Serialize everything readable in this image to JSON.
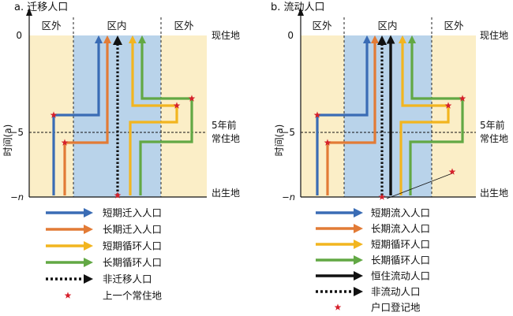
{
  "colors": {
    "outer_bg": "#fbeec7",
    "inner_bg": "#b9d3ea",
    "blue": "#3a6cb5",
    "orange": "#e27b36",
    "yellow": "#f2b51f",
    "green": "#62a844",
    "black": "#111111",
    "star": "#d6202b"
  },
  "icons": {
    "star": "star-icon",
    "arrow": "arrow-icon"
  },
  "panels": [
    {
      "id": "a",
      "title": "a. 迁移人口",
      "zone_left": "区外",
      "zone_mid": "区内",
      "zone_right": "区外",
      "y_axis_label": "时间(a)",
      "tick_0": "0",
      "tick_5": "−5",
      "tick_n": "−n",
      "right_top": "现住地",
      "right_mid_1": "5年前",
      "right_mid_2": "常住地",
      "right_bottom": "出生地",
      "legend": [
        {
          "label": "短期迁入人口",
          "style": "arrow",
          "color": "#3a6cb5"
        },
        {
          "label": "长期迁入人口",
          "style": "arrow",
          "color": "#e27b36"
        },
        {
          "label": "短期循环人口",
          "style": "arrow",
          "color": "#f2b51f"
        },
        {
          "label": "长期循环人口",
          "style": "arrow",
          "color": "#62a844"
        },
        {
          "label": "非迁移人口",
          "style": "dotted",
          "color": "#111111"
        },
        {
          "label": "上一个常住地",
          "style": "star",
          "color": "#d6202b"
        }
      ]
    },
    {
      "id": "b",
      "title": "b. 流动人口",
      "zone_left": "区外",
      "zone_mid": "区内",
      "zone_right": "区外",
      "y_axis_label": "时间(a)",
      "tick_0": "0",
      "tick_5": "−5",
      "tick_n": "−n",
      "right_top": "现住地",
      "right_mid_1": "5年前",
      "right_mid_2": "常住地",
      "right_bottom": "出生地",
      "legend": [
        {
          "label": "短期流入人口",
          "style": "arrow",
          "color": "#3a6cb5"
        },
        {
          "label": "长期流入人口",
          "style": "arrow",
          "color": "#e27b36"
        },
        {
          "label": "短期循环人口",
          "style": "arrow",
          "color": "#f2b51f"
        },
        {
          "label": "长期循环人口",
          "style": "arrow",
          "color": "#62a844"
        },
        {
          "label": "恒住流动人口",
          "style": "arrow",
          "color": "#111111"
        },
        {
          "label": "非流动人口",
          "style": "dotted",
          "color": "#111111"
        },
        {
          "label": "户口登记地",
          "style": "star",
          "color": "#d6202b"
        }
      ]
    }
  ]
}
